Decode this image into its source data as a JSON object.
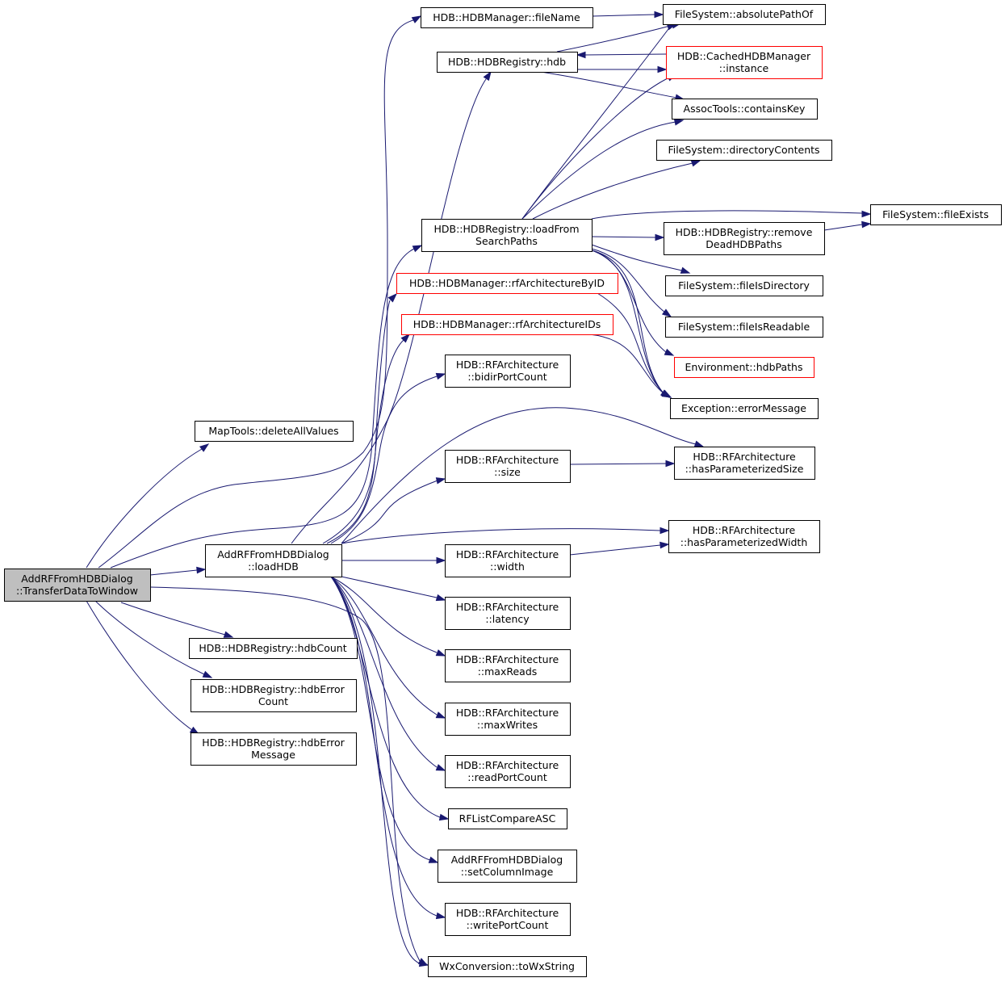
{
  "colors": {
    "edge": "#191970",
    "node_border": "#000000",
    "node_border_incomplete": "#ff0000",
    "root_fill": "#bfbfbf"
  },
  "nodes": {
    "root": [
      "AddRFFromHDBDialog",
      "::TransferDataToWindow"
    ],
    "loadhdb": [
      "AddRFFromHDBDialog",
      "::loadHDB"
    ],
    "deleteall": [
      "MapTools::deleteAllValues"
    ],
    "hdbcount": [
      "HDB::HDBRegistry::hdbCount"
    ],
    "hdberrcount": [
      "HDB::HDBRegistry::hdbError",
      "Count"
    ],
    "hdberrmsg": [
      "HDB::HDBRegistry::hdbError",
      "Message"
    ],
    "filename": [
      "HDB::HDBManager::fileName"
    ],
    "hdb": [
      "HDB::HDBRegistry::hdb"
    ],
    "loadfrom": [
      "HDB::HDBRegistry::loadFrom",
      "SearchPaths"
    ],
    "rfbyid": [
      "HDB::HDBManager::rfArchitectureByID"
    ],
    "rfids": [
      "HDB::HDBManager::rfArchitectureIDs"
    ],
    "bidir": [
      "HDB::RFArchitecture",
      "::bidirPortCount"
    ],
    "size": [
      "HDB::RFArchitecture",
      "::size"
    ],
    "width": [
      "HDB::RFArchitecture",
      "::width"
    ],
    "latency": [
      "HDB::RFArchitecture",
      "::latency"
    ],
    "maxreads": [
      "HDB::RFArchitecture",
      "::maxReads"
    ],
    "maxwrites": [
      "HDB::RFArchitecture",
      "::maxWrites"
    ],
    "readport": [
      "HDB::RFArchitecture",
      "::readPortCount"
    ],
    "rflist": [
      "RFListCompareASC"
    ],
    "setcol": [
      "AddRFFromHDBDialog",
      "::setColumnImage"
    ],
    "writeport": [
      "HDB::RFArchitecture",
      "::writePortCount"
    ],
    "towx": [
      "WxConversion::toWxString"
    ],
    "abspath": [
      "FileSystem::absolutePathOf"
    ],
    "cached": [
      "HDB::CachedHDBManager",
      "::instance"
    ],
    "contains": [
      "AssocTools::containsKey"
    ],
    "dircont": [
      "FileSystem::directoryContents"
    ],
    "removedead": [
      "HDB::HDBRegistry::remove",
      "DeadHDBPaths"
    ],
    "fileexists": [
      "FileSystem::fileExists"
    ],
    "isdir": [
      "FileSystem::fileIsDirectory"
    ],
    "isreadable": [
      "FileSystem::fileIsReadable"
    ],
    "envpaths": [
      "Environment::hdbPaths"
    ],
    "errmsg": [
      "Exception::errorMessage"
    ],
    "hasparamsize": [
      "HDB::RFArchitecture",
      "::hasParameterizedSize"
    ],
    "hasparamwidth": [
      "HDB::RFArchitecture",
      "::hasParameterizedWidth"
    ]
  }
}
